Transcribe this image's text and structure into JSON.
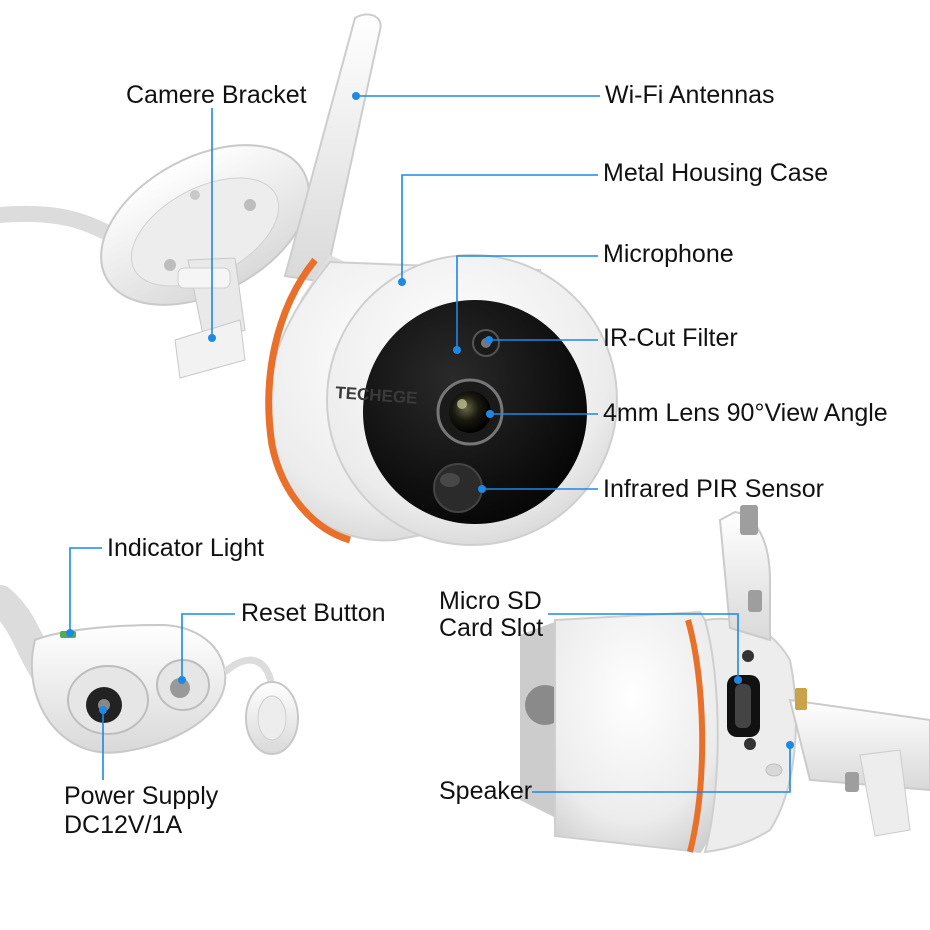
{
  "brand": {
    "logo_text": "TECHEGE"
  },
  "labels": {
    "camera_bracket": "Camere Bracket",
    "wifi_antennas": "Wi-Fi Antennas",
    "metal_housing": "Metal Housing Case",
    "microphone": "Microphone",
    "ir_cut_filter": "IR-Cut Filter",
    "lens": "4mm Lens 90°View Angle",
    "pir_sensor": "Infrared PIR Sensor",
    "indicator_light": "Indicator Light",
    "reset_button": "Reset Button",
    "micro_sd_line1": "Micro SD",
    "micro_sd_line2": "Card Slot",
    "speaker": "Speaker",
    "power_line1": "Power Supply",
    "power_line2": "DC12V/1A"
  },
  "colors": {
    "callout": "#1e88e5",
    "accent_stripe": "#e8702a",
    "lens_body": "#0c0c0c",
    "housing": "#f3f3f3"
  }
}
